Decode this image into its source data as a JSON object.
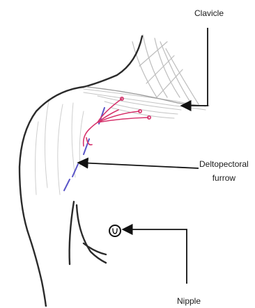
{
  "labels": {
    "clavicle": "Clavicle",
    "deltopectoral_line1": "Deltopectoral",
    "deltopectoral_line2": "furrow",
    "nipple": "Nipple"
  },
  "colors": {
    "outline": "#2b2b2b",
    "pencil_shading": "#b8b8b8",
    "vessels": "#d6336c",
    "furrow_marks": "#5a55c8",
    "arrows": "#111111"
  }
}
